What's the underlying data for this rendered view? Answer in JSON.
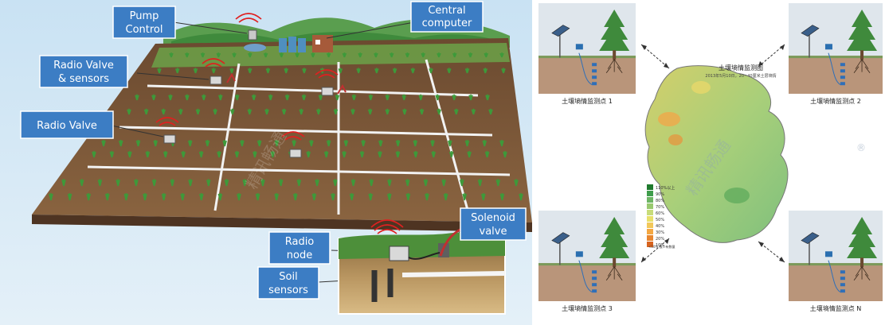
{
  "left_panel": {
    "callouts": {
      "pump_control": [
        "Pump",
        "Control"
      ],
      "central_computer": [
        "Central",
        "computer"
      ],
      "radio_valve_sensors": [
        "Radio Valve",
        "& sensors"
      ],
      "radio_valve": [
        "Radio Valve"
      ],
      "solenoid_valve": [
        "Solenoid",
        "valve"
      ],
      "radio_node": [
        "Radio",
        "node"
      ],
      "soil_sensors": [
        "Soil",
        "sensors"
      ]
    },
    "watermark": "精讯畅通"
  },
  "right_panel": {
    "map_title": "土壤墒情监测图",
    "map_subtitle": "2013年5月10日，20~40厘米土层墒情",
    "station_labels": [
      "土壤墒情监测点 1",
      "土壤墒情监测点 2",
      "土壤墒情监测点 3",
      "土壤墒情监测点 N"
    ],
    "legend_entries": [
      "110%以上",
      "90%",
      "80%",
      "70%",
      "60%",
      "50%",
      "40%",
      "30%",
      "20%",
      "10%"
    ],
    "legend_note": "<10%  极少有数量",
    "watermark": "精讯畅通",
    "registered_mark": "®"
  },
  "colors": {
    "sky": "#d4e8f5",
    "soil": "#7a5638",
    "crop": "#3d9a3a",
    "callout_fill": "#3c7dc4",
    "callout_border": "#ffffff",
    "map_low": "#f4a742",
    "map_mid": "#e8e06a",
    "map_high": "#3f9d4c"
  }
}
